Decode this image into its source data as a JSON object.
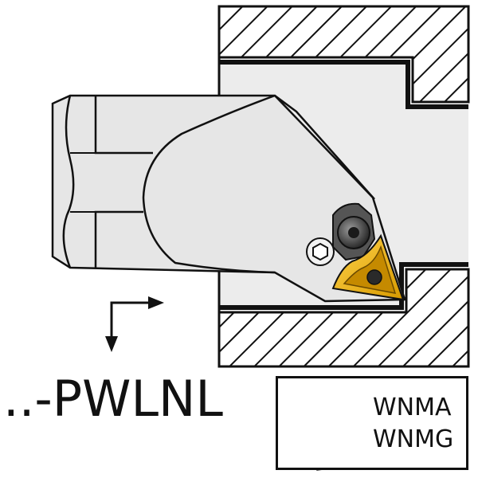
{
  "tool_code": "..-PWLNL",
  "insert_types": [
    "WNMA",
    "WNMG"
  ],
  "colors": {
    "outline": "#111111",
    "hatch_fill": "#ffffff",
    "bore_fill": "#ececec",
    "holder_fill": "#e6e6e6",
    "insert_gold": "#f0b400",
    "insert_dark": "#222222"
  },
  "icons": [
    "feed-direction-arrows-icon",
    "screw-icon",
    "clamp-icon",
    "wnma-insert-icon"
  ]
}
